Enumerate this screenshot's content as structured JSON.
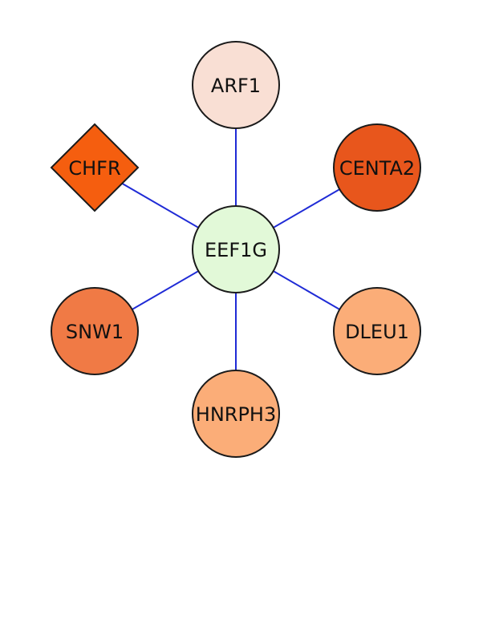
{
  "network": {
    "center": {
      "id": "EEF1G",
      "label": "EEF1G",
      "shape": "circle",
      "color": "#e2f9d8"
    },
    "nodes": [
      {
        "id": "ARF1",
        "label": "ARF1",
        "shape": "circle",
        "color": "#f9dfd4"
      },
      {
        "id": "CENTA2",
        "label": "CENTA2",
        "shape": "circle",
        "color": "#e8561c"
      },
      {
        "id": "DLEU1",
        "label": "DLEU1",
        "shape": "circle",
        "color": "#fbad78"
      },
      {
        "id": "HNRPH3",
        "label": "HNRPH3",
        "shape": "circle",
        "color": "#fbad78"
      },
      {
        "id": "SNW1",
        "label": "SNW1",
        "shape": "circle",
        "color": "#f07a45"
      },
      {
        "id": "CHFR",
        "label": "CHFR",
        "shape": "diamond",
        "color": "#f55e0f"
      }
    ],
    "edges": [
      {
        "source": "EEF1G",
        "target": "ARF1"
      },
      {
        "source": "EEF1G",
        "target": "CENTA2"
      },
      {
        "source": "EEF1G",
        "target": "DLEU1"
      },
      {
        "source": "EEF1G",
        "target": "HNRPH3"
      },
      {
        "source": "EEF1G",
        "target": "SNW1"
      },
      {
        "source": "EEF1G",
        "target": "CHFR"
      }
    ],
    "edge_color": "#1f2bd6"
  }
}
